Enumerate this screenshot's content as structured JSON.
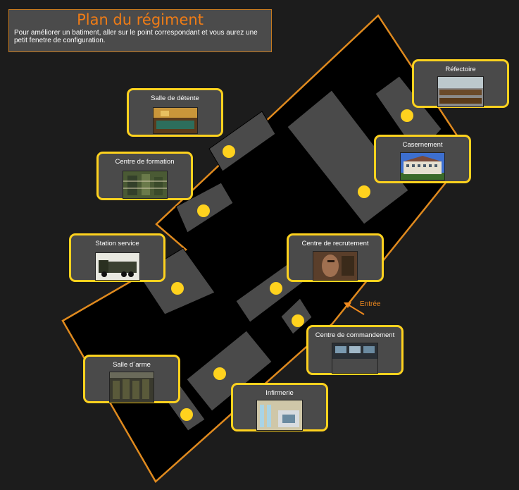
{
  "header": {
    "title": "Plan du régiment",
    "description": "Pour améliorer un batiment, aller sur le point correspondant et vous aurez une petit fenetre de configuration."
  },
  "entrance": {
    "label": "Entrée"
  },
  "buildings": [
    {
      "label": "Salle de détente"
    },
    {
      "label": "Centre de formation"
    },
    {
      "label": "Station service"
    },
    {
      "label": "Réfectoire"
    },
    {
      "label": "Casernement"
    },
    {
      "label": "Centre de recrutement"
    },
    {
      "label": "Centre de commandement"
    },
    {
      "label": "Salle d´arme"
    },
    {
      "label": "Infirmerie"
    }
  ],
  "colors": {
    "background": "#1c1c1c",
    "perimeter": "#e08a1e",
    "building": "#4a4a4a",
    "marker": "#ffd21e",
    "title": "#f07c15"
  }
}
